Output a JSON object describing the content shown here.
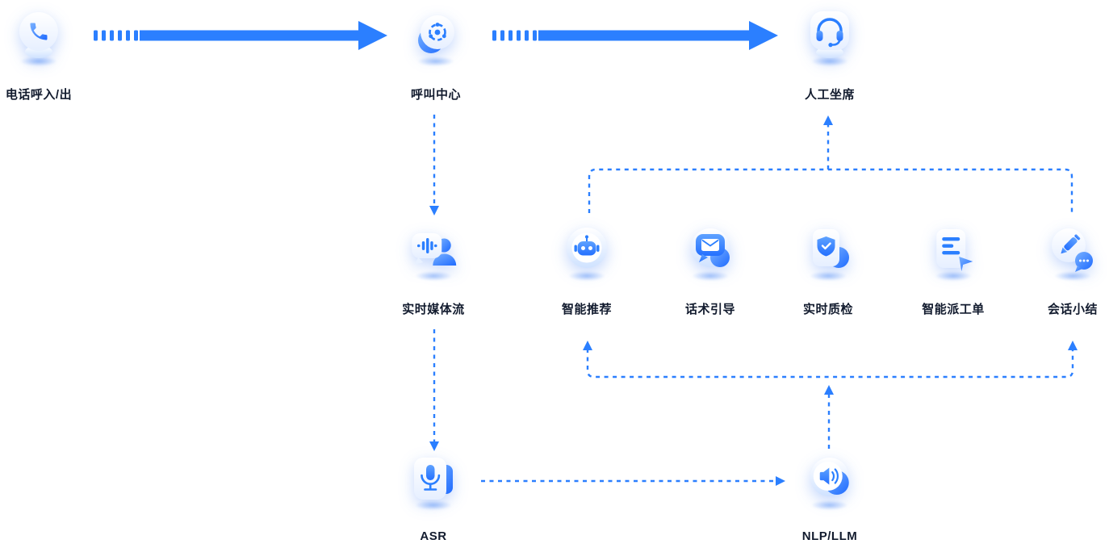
{
  "diagram": {
    "nodes": {
      "phone": {
        "label": "电话呼入/出",
        "icon": "phone-icon"
      },
      "call_center": {
        "label": "呼叫中心",
        "icon": "hub-icon"
      },
      "agent": {
        "label": "人工坐席",
        "icon": "headset-icon"
      },
      "media_stream": {
        "label": "实时媒体流",
        "icon": "waveform-person-icon"
      },
      "smart_recommend": {
        "label": "智能推荐",
        "icon": "robot-icon"
      },
      "script_guide": {
        "label": "话术引导",
        "icon": "chat-envelope-icon"
      },
      "quality_check": {
        "label": "实时质检",
        "icon": "shield-check-icon"
      },
      "work_order": {
        "label": "智能派工单",
        "icon": "document-lines-icon"
      },
      "session_summary": {
        "label": "会话小结",
        "icon": "pencil-chat-icon"
      },
      "asr": {
        "label": "ASR",
        "icon": "microphone-icon"
      },
      "nlp_llm": {
        "label": "NLP/LLM",
        "icon": "speaker-icon"
      }
    },
    "edges": [
      {
        "from": "phone",
        "to": "call_center",
        "style": "solid-arrow"
      },
      {
        "from": "call_center",
        "to": "agent",
        "style": "solid-arrow"
      },
      {
        "from": "call_center",
        "to": "media_stream",
        "style": "dashed-arrow"
      },
      {
        "from": "media_stream",
        "to": "asr",
        "style": "dashed-arrow"
      },
      {
        "from": "asr",
        "to": "nlp_llm",
        "style": "dashed-arrow"
      },
      {
        "from": "nlp_llm",
        "to": "ai_bus_bottom",
        "style": "dashed-arrow"
      },
      {
        "from": "ai_bus_bottom",
        "to": "smart_recommend",
        "style": "dashed-arrow"
      },
      {
        "from": "ai_bus_bottom",
        "to": "session_summary",
        "style": "dashed-arrow"
      },
      {
        "from": "ai_bus_top",
        "to": "agent",
        "style": "dashed-arrow"
      }
    ],
    "colors": {
      "accent_blue": "#2b7fff",
      "label_text": "#121b2e",
      "background": "#ffffff"
    }
  }
}
